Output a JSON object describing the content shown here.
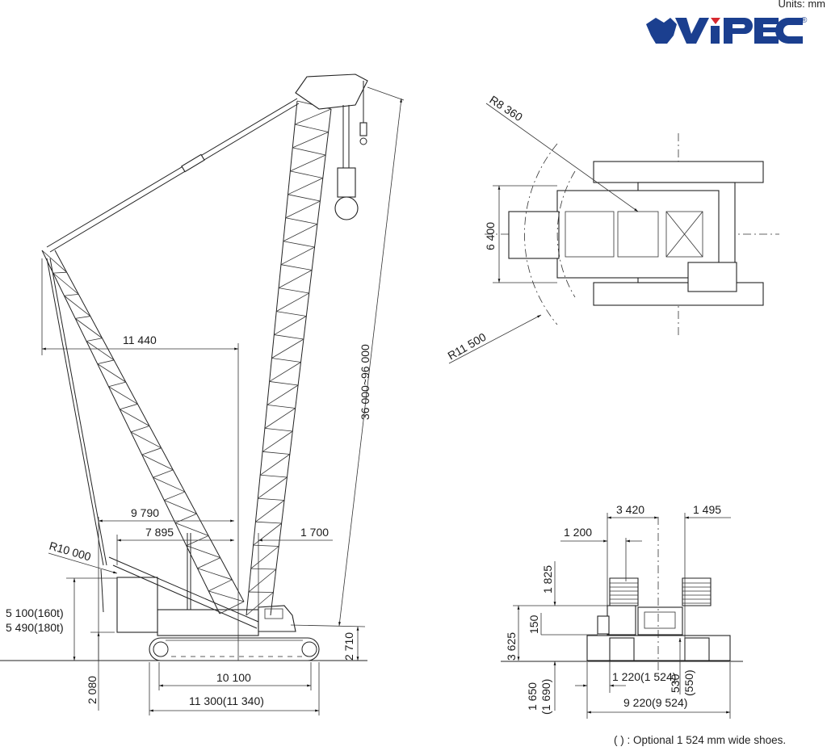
{
  "header": {
    "units": "Units: mm",
    "logo_text": "VIPEC",
    "logo_mark": "®",
    "logo_color": "#1b3f8f",
    "logo_accent": "#d7282f"
  },
  "side_view": {
    "boom_length": "36 000~96 000",
    "radius_max": "11 440",
    "dim_9790": "9 790",
    "dim_7895": "7 895",
    "dim_1700": "1 700",
    "tail_radius": "R10 000",
    "cw_height_160": "5 100(160t)",
    "cw_height_180": "5 490(180t)",
    "cw_clearance": "2 080",
    "pivot_height": "2 710",
    "tumbler_distance": "10 100",
    "crawler_length": "11 300(11 340)"
  },
  "top_view": {
    "radius_front": "R8 360",
    "radius_rear": "R11 500",
    "width": "6 400"
  },
  "front_view": {
    "dim_3420": "3 420",
    "dim_1495": "1 495",
    "dim_1200": "1 200",
    "dim_1825": "1 825",
    "dim_3625": "3 625",
    "dim_150": "150",
    "dim_1650": "1 650",
    "dim_1690": "(1 690)",
    "shoe_width": "1 220(1 524)",
    "dim_530": "530",
    "dim_550": "(550)",
    "overall_width": "9 220(9 524)"
  },
  "footnote": "( ) : Optional 1 524 mm wide shoes."
}
